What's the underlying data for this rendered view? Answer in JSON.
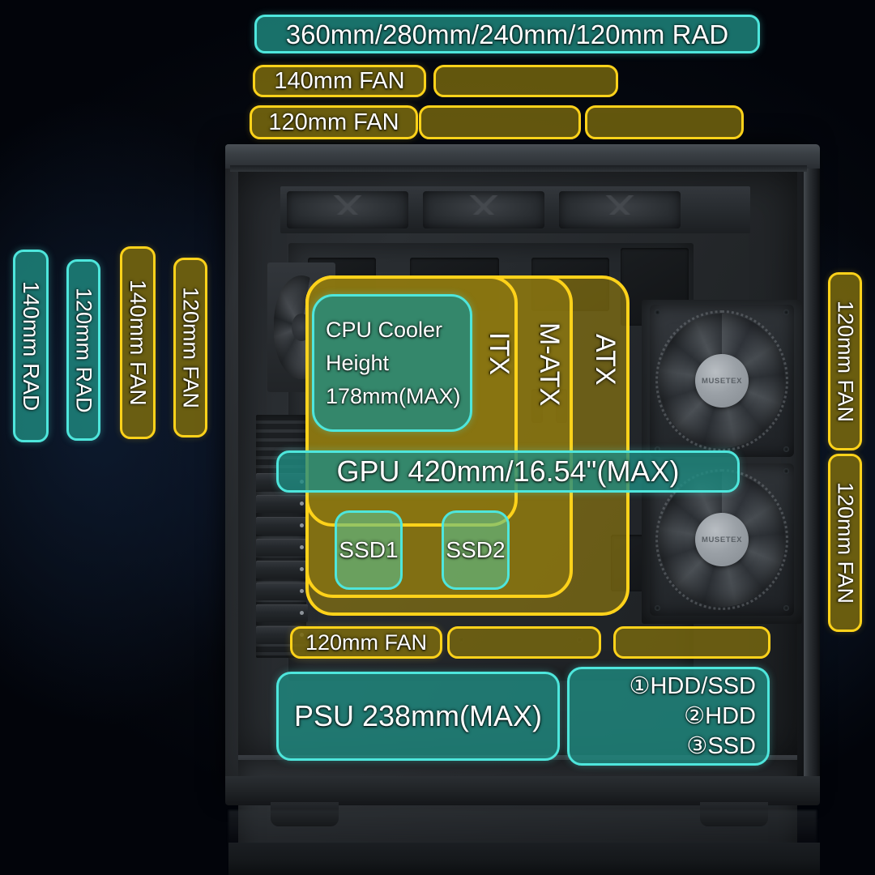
{
  "product": {
    "brand": "MUSETEX",
    "fan_hub_label": "MUSETEX"
  },
  "top_labels": {
    "rad_row": {
      "label": "360mm/280mm/240mm/120mm RAD"
    },
    "fan140_row": {
      "label": "140mm FAN",
      "slot_count": 1
    },
    "fan120_row": {
      "label": "120mm FAN",
      "slot_count": 2
    }
  },
  "left_labels": [
    {
      "label": "140mm RAD",
      "style": "teal"
    },
    {
      "label": "120mm RAD",
      "style": "teal"
    },
    {
      "label": "140mm FAN",
      "style": "gold"
    },
    {
      "label": "120mm FAN",
      "style": "gold"
    }
  ],
  "right_labels": [
    {
      "label": "120mm FAN",
      "style": "gold"
    },
    {
      "label": "120mm FAN",
      "style": "gold"
    }
  ],
  "motherboard": {
    "itx": "ITX",
    "matx": "M-ATX",
    "atx": "ATX"
  },
  "cpu_cooler": {
    "line1": "CPU Cooler",
    "line2": "Height",
    "line3": "178mm(MAX)"
  },
  "gpu": {
    "label": "GPU 420mm/16.54\"(MAX)"
  },
  "storage": {
    "ssd1": "SSD1",
    "ssd2": "SSD2"
  },
  "bottom_labels": {
    "fan120": {
      "label": "120mm FAN",
      "slot_count": 2
    },
    "psu": {
      "label": "PSU 238mm(MAX)"
    },
    "drive_bays": {
      "line1": "①HDD/SSD",
      "line2": "②HDD",
      "line3": "③SSD"
    }
  },
  "colors": {
    "teal_border": "#4ee6dc",
    "teal_fill": "#1f8c82",
    "gold_border": "#ffd21a",
    "gold_fill": "#7a6a0e",
    "text": "#ffffff",
    "background": "#05070c"
  }
}
